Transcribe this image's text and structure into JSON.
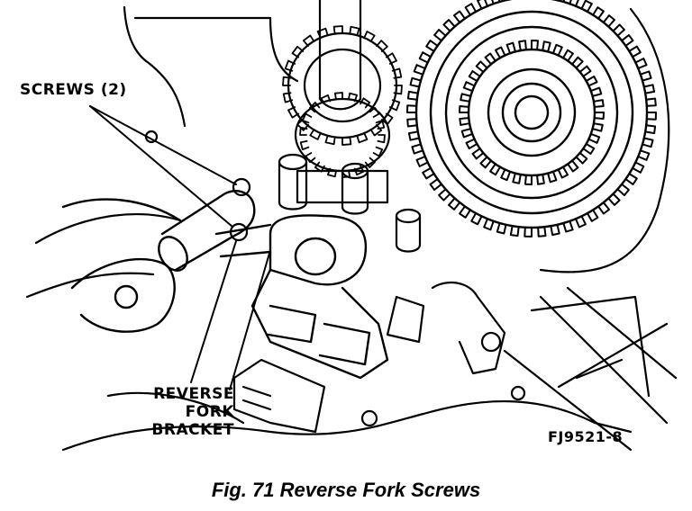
{
  "labels": {
    "screws": "SCREWS (2)",
    "bracket_line1": "REVERSE",
    "bracket_line2": "FORK",
    "bracket_line3": "BRACKET"
  },
  "figure_id": "FJ9521-8",
  "caption": "Fig. 71 Reverse Fork Screws"
}
